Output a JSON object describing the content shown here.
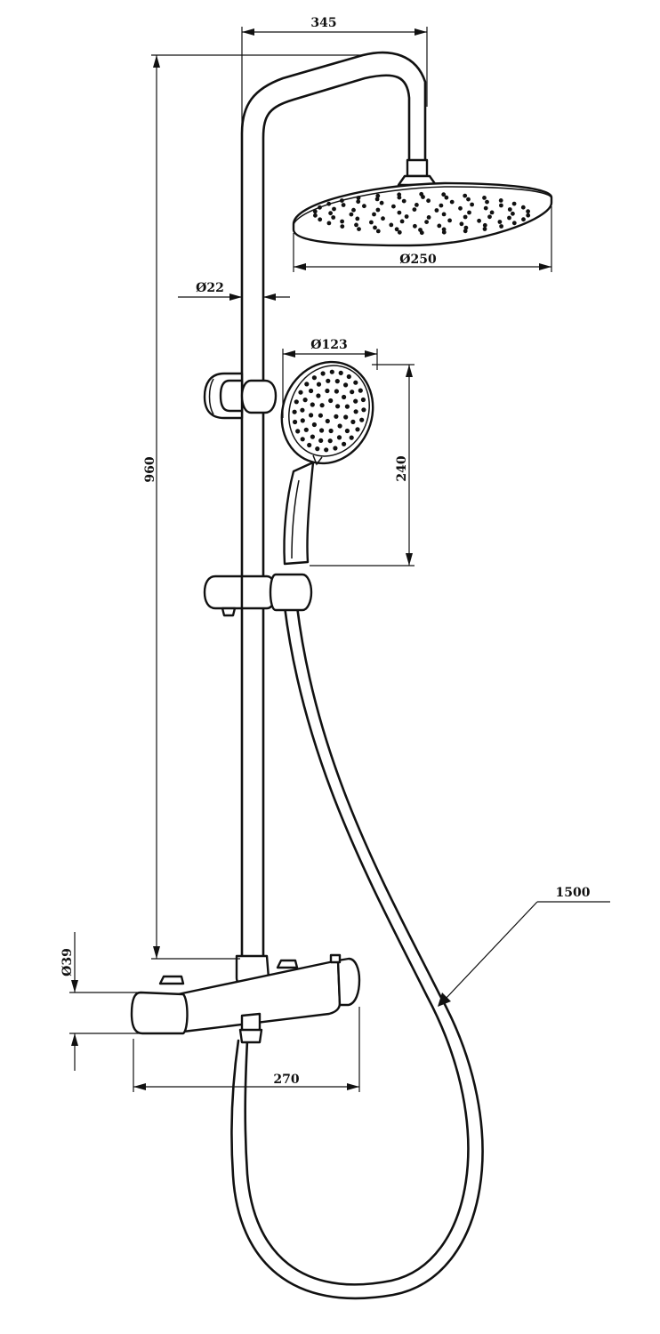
{
  "dimensions": {
    "arm_reach": "345",
    "overhead_diameter": "Ø250",
    "pipe_diameter": "Ø22",
    "hand_shower_diameter": "Ø123",
    "hand_shower_length": "240",
    "total_height": "960",
    "hose_length": "1500",
    "mixer_diameter": "Ø39",
    "mixer_width": "270"
  }
}
